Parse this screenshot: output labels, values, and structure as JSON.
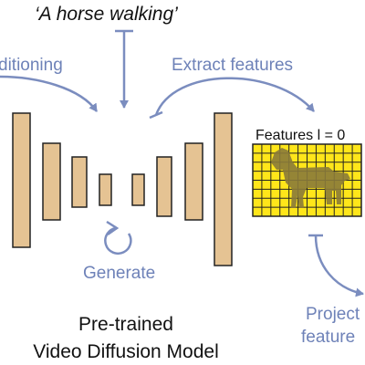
{
  "prompt": "‘A horse walking’",
  "labels": {
    "conditioning": "ditioning",
    "extract": "Extract features",
    "generate": "Generate",
    "features": "Features l = 0",
    "project_line1": "Project",
    "project_line2": "feature"
  },
  "model": {
    "line1": "Pre-trained",
    "line2": "Video Diffusion Model"
  },
  "colors": {
    "bar_fill": "#E5C393",
    "bar_stroke": "#222222",
    "arrow": "#7B8DBF",
    "label_blue": "#6E82B8",
    "grid_fill": "#FFE61A",
    "grid_line": "#222222",
    "horse": "#8A7A3A"
  }
}
